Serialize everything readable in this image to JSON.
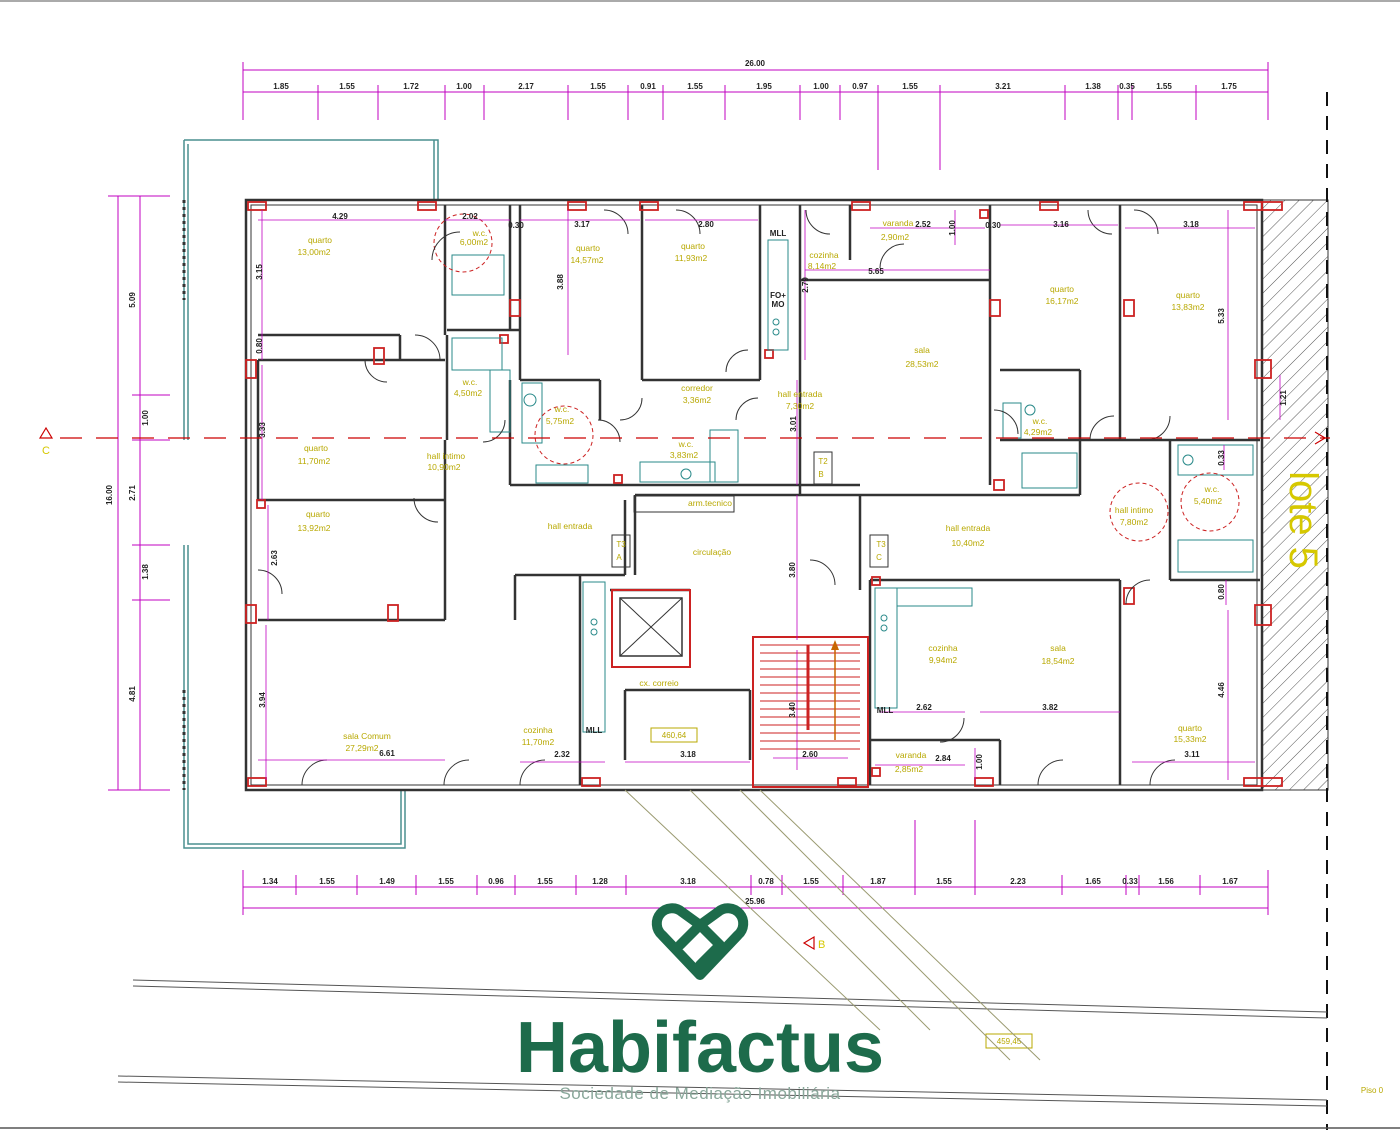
{
  "dimensions": {
    "top_total": "26.00",
    "top_segments": [
      "1.85",
      "1.55",
      "1.72",
      "1.00",
      "2.17",
      "1.55",
      "0.91",
      "1.55",
      "1.95",
      "1.00",
      "0.97",
      "1.55",
      "3.21",
      "1.38",
      "0.35",
      "1.55",
      "1.75"
    ],
    "bottom_total": "25.96",
    "bottom_segments": [
      "1.34",
      "1.55",
      "1.49",
      "1.55",
      "0.96",
      "1.55",
      "1.28",
      "3.18",
      "0.78",
      "1.55",
      "1.87",
      "1.55",
      "2.23",
      "1.65",
      "0.33",
      "1.56",
      "1.67"
    ],
    "left_total": "16.00",
    "left_segments": [
      "5.09",
      "1.00",
      "2.71",
      "1.38",
      "4.81"
    ],
    "inner": [
      "4.29",
      "2.02",
      "0.30",
      "3.17",
      "2.80",
      "2.52",
      "1.00",
      "0.30",
      "3.16",
      "3.18",
      "3.15",
      "0.80",
      "3.33",
      "2.63",
      "3.94",
      "3.88",
      "5.65",
      "2.79",
      "3.01",
      "5.33",
      "1.21",
      "0.33",
      "0.80",
      "4.46",
      "3.80",
      "3.40",
      "2.60",
      "3.18",
      "2.32",
      "6.61",
      "2.62",
      "3.82",
      "2.84",
      "1.00",
      "3.11"
    ]
  },
  "rooms": [
    {
      "name": "quarto",
      "area": "13,00m2"
    },
    {
      "name": "w.c.",
      "area": "6,00m2"
    },
    {
      "name": "quarto",
      "area": "14,57m2"
    },
    {
      "name": "quarto",
      "area": "11,93m2"
    },
    {
      "name": "varanda",
      "area": "2,90m2"
    },
    {
      "name": "cozinha",
      "area": "8,14m2"
    },
    {
      "name": "quarto",
      "area": "16,17m2"
    },
    {
      "name": "quarto",
      "area": "13,83m2"
    },
    {
      "name": "w.c.",
      "area": "4,50m2"
    },
    {
      "name": "corredor",
      "area": "3,36m2"
    },
    {
      "name": "hall entrada",
      "area": "7,30m2"
    },
    {
      "name": "sala",
      "area": "28,53m2"
    },
    {
      "name": "w.c.",
      "area": "5,75m2"
    },
    {
      "name": "w.c.",
      "area": "3,83m2"
    },
    {
      "name": "w.c.",
      "area": "4,29m2"
    },
    {
      "name": "quarto",
      "area": "11,70m2"
    },
    {
      "name": "hall intimo",
      "area": "10,90m2"
    },
    {
      "name": "quarto",
      "area": "13,92m2"
    },
    {
      "name": "hall intimo",
      "area": "7,80m2"
    },
    {
      "name": "w.c.",
      "area": "5,40m2"
    },
    {
      "name": "hall entrada",
      "area": "10,40m2"
    },
    {
      "name": "sala Comum",
      "area": "27,29m2"
    },
    {
      "name": "cozinha",
      "area": "11,70m2"
    },
    {
      "name": "cozinha",
      "area": "9,94m2"
    },
    {
      "name": "sala",
      "area": "18,54m2"
    },
    {
      "name": "varanda",
      "area": "2,85m2"
    },
    {
      "name": "quarto",
      "area": "15,33m2"
    }
  ],
  "labels": {
    "hall_entrada_left": "hall entrada",
    "circulacao": "circulação",
    "arm_tecnico": "arm.tecnico",
    "cx_correio": "cx. correio",
    "mll1": "MLL",
    "mll2": "MLL",
    "mll3": "MLL",
    "fomo": "FO+",
    "fomo2": "MO",
    "t3a": "T3",
    "t3a_b": "A",
    "t2b": "T2",
    "t2b_b": "B",
    "t3c": "T3",
    "t3c_b": "C",
    "elev1": "460,64",
    "elev2": "459,45",
    "section_c": "C",
    "section_b": "B",
    "lote": "lote 5",
    "piso": "Piso 0"
  },
  "brand": {
    "name": "Habifactus",
    "tagline": "Sociedade de Mediação Imobiliária",
    "color": "#1d6b4b"
  },
  "colors": {
    "walls": "#333333",
    "dimension": "#c000c0",
    "room_text": "#b8a800",
    "column": "#cc2222",
    "section_line": "#cc0000",
    "fixture": "#2a8a8a"
  }
}
